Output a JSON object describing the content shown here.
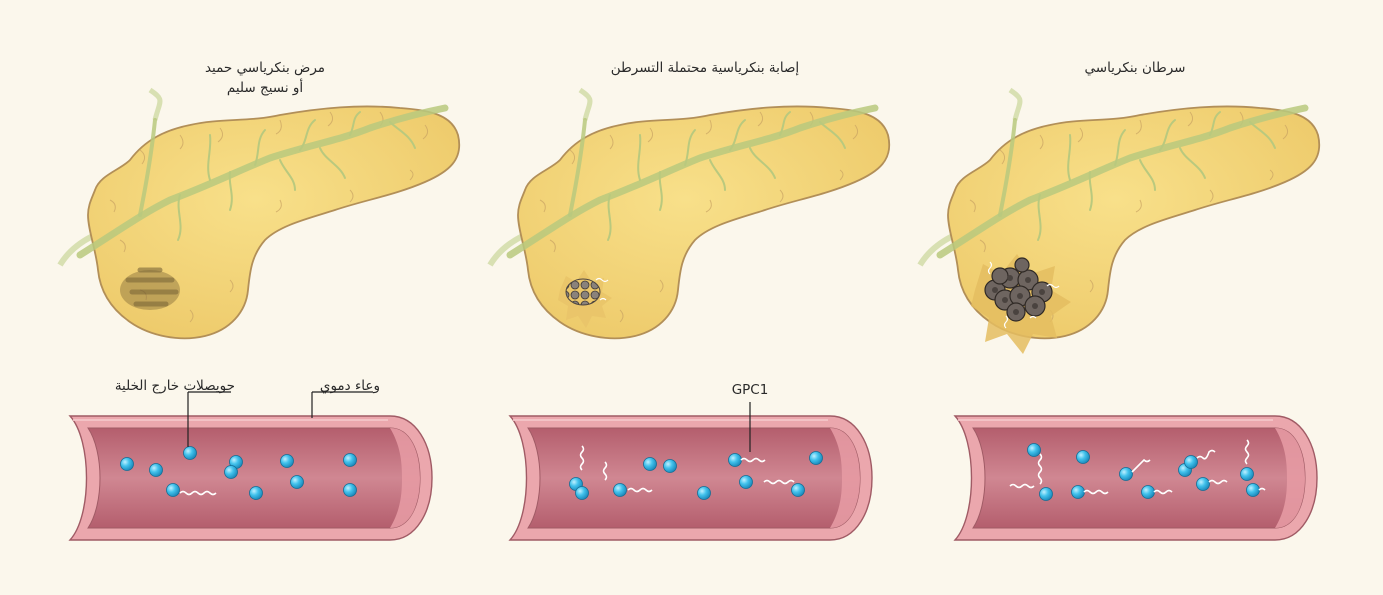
{
  "stages": [
    {
      "title_line1": "مرض بنكرياسي حميد",
      "title_line2": "أو نسيج سليم"
    },
    {
      "title_line1": "إصابة بنكرياسية محتملة التسرطن",
      "title_line2": ""
    },
    {
      "title_line1": "سرطان بنكرياسي",
      "title_line2": ""
    }
  ],
  "annotations": {
    "exosome_label": "حويصلات خارج الخلية",
    "vessel_label": "وعاء دموي",
    "gpc1_label": "GPC1"
  },
  "colors": {
    "background": "#fbf7ec",
    "pancreas_fill": "#f3d678",
    "pancreas_outline": "#a88a52",
    "duct": "#c7d58f",
    "vessel_wall": "#e9a2a8",
    "vessel_lumen": "#c26d7a",
    "exosome": "#3bbce7",
    "gpc1": "#ffffff",
    "tumor": "#6a625c"
  },
  "icons": [
    "pancreas-illustration",
    "tumor-illustration",
    "blood-vessel-illustration",
    "exosome-particle",
    "gpc1-protein-strand"
  ]
}
